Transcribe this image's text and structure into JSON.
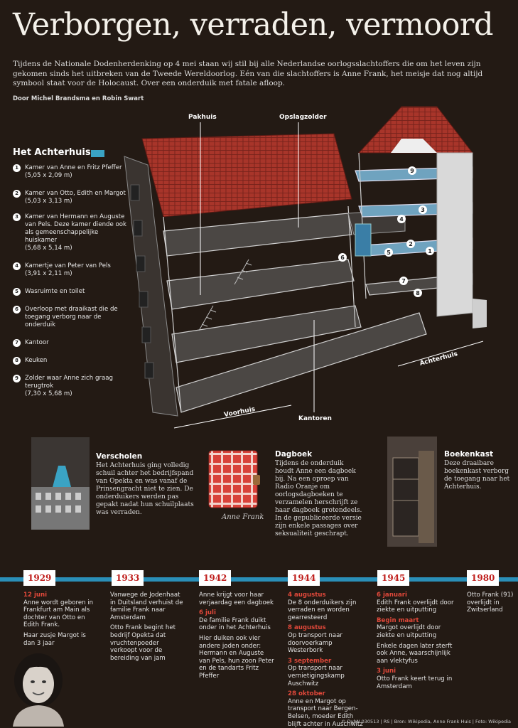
{
  "title": "Verborgen, verraden, vermoord",
  "intro": "Tijdens de Nationale Dodenherdenking op 4 mei staan wij stil bij alle Nederlandse oorlogsslachtoffers die om het leven zijn gekomen sinds het uitbreken van de Tweede Wereldoorlog. Eén van die slachtoffers is Anne Frank, het meisje dat nog altijd symbool staat voor de Holocaust. Over een onderduik met fatale afloop.",
  "byline": "Door Michel Brandsma en Robin Swart",
  "legend": {
    "title": "Het Achterhuis",
    "accent": "#3aa3c4",
    "items": [
      {
        "num": "1",
        "text": "Kamer van Anne en Fritz Pfeffer",
        "sub": "(5,05 x 2,09 m)"
      },
      {
        "num": "2",
        "text": "Kamer van Otto, Edith en Margot",
        "sub": "(5,03 x 3,13 m)"
      },
      {
        "num": "3",
        "text": "Kamer van Hermann en Auguste van Pels. Deze kamer diende ook als gemeenschappelijke huiskamer",
        "sub": "(5,68 x 5,14 m)"
      },
      {
        "num": "4",
        "text": "Kamertje van Peter van Pels",
        "sub": "(3,91 x 2,11 m)"
      },
      {
        "num": "5",
        "text": "Wasruimte en toilet",
        "sub": ""
      },
      {
        "num": "6",
        "text": "Overloop met draaikast die de toegang verborg naar de onderduik",
        "sub": ""
      },
      {
        "num": "7",
        "text": "Kantoor",
        "sub": ""
      },
      {
        "num": "8",
        "text": "Keuken",
        "sub": ""
      },
      {
        "num": "9",
        "text": "Zolder waar Anne zich graag terugtrok",
        "sub": "(7,30 x 5,68 m)"
      }
    ]
  },
  "house_labels": {
    "pakhuis": "Pakhuis",
    "opslagzolder": "Opslagzolder",
    "achterhuis": "Achterhuis",
    "voorhuis": "Voorhuis",
    "kantoren": "Kantoren"
  },
  "sections": {
    "verscholen": {
      "title": "Verscholen",
      "body": "Het Achterhuis ging volledig schuil achter het bedrijfspand van Opekta en was vanaf de Prinsengracht niet te zien. De onderduikers werden pas gepakt nadat hun schuilplaats was verraden."
    },
    "dagboek": {
      "title": "Dagboek",
      "body": "Tijdens de onderduik houdt Anne een dagboek bij. Na een oproep van Radio Oranje om oorlogsdagboeken te verzamelen herschrijft ze haar dagboek grotendeels. In de gepubliceerde versie zijn enkele passages over seksualiteit geschrapt.",
      "signature": "Anne Frank"
    },
    "boekenkast": {
      "title": "Boekenkast",
      "body": "Deze draaibare boekenkast verborg de toegang naar het Achterhuis."
    }
  },
  "timeline": [
    {
      "year": "1929",
      "entries": [
        {
          "date": "12 juni",
          "text": "Anne wordt geboren in Frankfurt am Main als dochter van Otto en Edith Frank."
        },
        {
          "date": "",
          "text": "Haar zusje Margot is dan 3 jaar"
        }
      ]
    },
    {
      "year": "1933",
      "entries": [
        {
          "date": "",
          "text": "Vanwege de Jodenhaat in Duitsland verhuist de familie Frank naar Amsterdam"
        },
        {
          "date": "",
          "text": "Otto Frank begint het bedrijf Opekta dat vruchtenpoeder verkoopt voor de bereiding van jam"
        }
      ]
    },
    {
      "year": "1942",
      "entries": [
        {
          "date": "",
          "text": "Anne krijgt voor haar verjaardag een dagboek"
        },
        {
          "date": "6 juli",
          "text": "De familie Frank duikt onder in het Achterhuis"
        },
        {
          "date": "",
          "text": "Hier duiken ook vier andere joden onder: Hermann en Auguste van Pels, hun zoon Peter en de tandarts Fritz Pfeffer"
        }
      ]
    },
    {
      "year": "1944",
      "entries": [
        {
          "date": "4 augustus",
          "text": "De 8 onderduikers zijn verraden en worden gearresteerd"
        },
        {
          "date": "8 augustus",
          "text": "Op transport naar doorvoerkamp Westerbork"
        },
        {
          "date": "3 september",
          "text": "Op transport naar vernietigingskamp Auschwitz"
        },
        {
          "date": "28 oktober",
          "text": "Anne en Margot op transport naar Bergen-Belsen, moeder Edith blijft achter in Auschwitz"
        }
      ]
    },
    {
      "year": "1945",
      "entries": [
        {
          "date": "6 januari",
          "text": "Edith Frank overlijdt door ziekte en uitputting"
        },
        {
          "date": "Begin maart",
          "text": "Margot overlijdt door ziekte en uitputting"
        },
        {
          "date": "",
          "text": "Enkele dagen later sterft ook Anne, waarschijnlijk aan vlektyfus"
        },
        {
          "date": "3 juni",
          "text": "Otto Frank keert terug in Amsterdam"
        }
      ]
    },
    {
      "year": "1980",
      "entries": [
        {
          "date": "",
          "text": "Otto Frank (91) overlijdt in Zwitserland"
        }
      ]
    }
  ],
  "credit": "© DvhN 030513 | RS | Bron: Wikipedia, Anne Frank Huis | Foto: Wikipedia",
  "colors": {
    "background": "#231a14",
    "timeline": "#2a8fb8",
    "date": "#e0483a",
    "roof": "#a8352a"
  }
}
